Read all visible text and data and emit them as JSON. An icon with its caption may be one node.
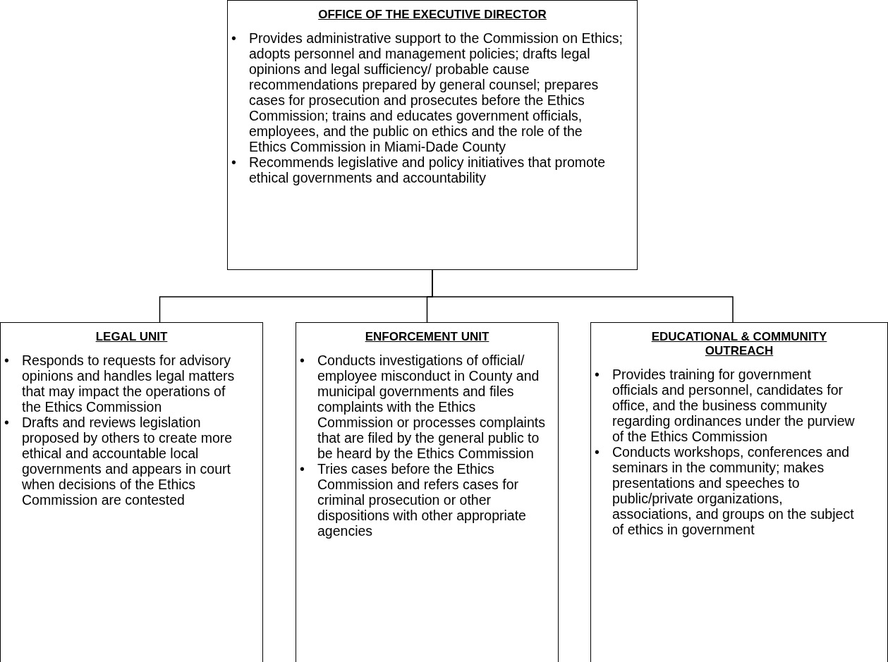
{
  "diagram": {
    "nodes": [
      {
        "text": [
          "OFFICE OF THE EXECUTIVE DIRECTOR",
          "•\tProvides administrative support to the Commission on Ethics; adopts personnel and management policies; drafts legal opinions and legal sufficiency/ probable cause recommendations prepared by general counsel; prepares cases for prosecution and prosecutes before the Ethics Commission; trains and educates government officials, employees, and the public on ethics and the role of the Ethics Commission in Miami-Dade County",
          "•\tRecommends legislative and policy initiatives that promote ethical governments and accountability"
        ]
      },
      {
        "text": [
          "LEGAL UNIT",
          "•\tResponds to requests for advisory opinions and handles legal matters that may impact the operations of the Ethics Commission",
          "•\tDrafts and reviews legislation proposed by others to create more ethical and accountable local governments and appears in court when decisions of the Ethics Commission are contested"
        ]
      },
      {
        "text": [
          "ENFORCEMENT UNIT",
          "•\tConducts investigations of official/ employee misconduct in County and municipal governments and files complaints with the Ethics Commission or processes complaints that are filed by the general public to be heard by the Ethics Commission",
          "•\tTries cases before the Ethics Commission and refers cases for criminal prosecution or other dispositions with other appropriate agencies"
        ]
      },
      {
        "text": [
          "EDUCATIONAL & COMMUNITY OUTREACH",
          "•\tProvides training for government officials and personnel, candidates for office, and the business community regarding ordinances under the purview of the Ethics Commission",
          "•\tConducts workshops, conferences and seminars in the community; makes presentations and speeches to public/private organizations, associations, and groups on the subject of ethics in government"
        ]
      }
    ],
    "edges": [
      {
        "from": 0,
        "to": 1,
        "arrow": "none"
      },
      {
        "from": 0,
        "to": 2,
        "arrow": "none"
      },
      {
        "from": 0,
        "to": 3,
        "arrow": "none"
      }
    ]
  }
}
